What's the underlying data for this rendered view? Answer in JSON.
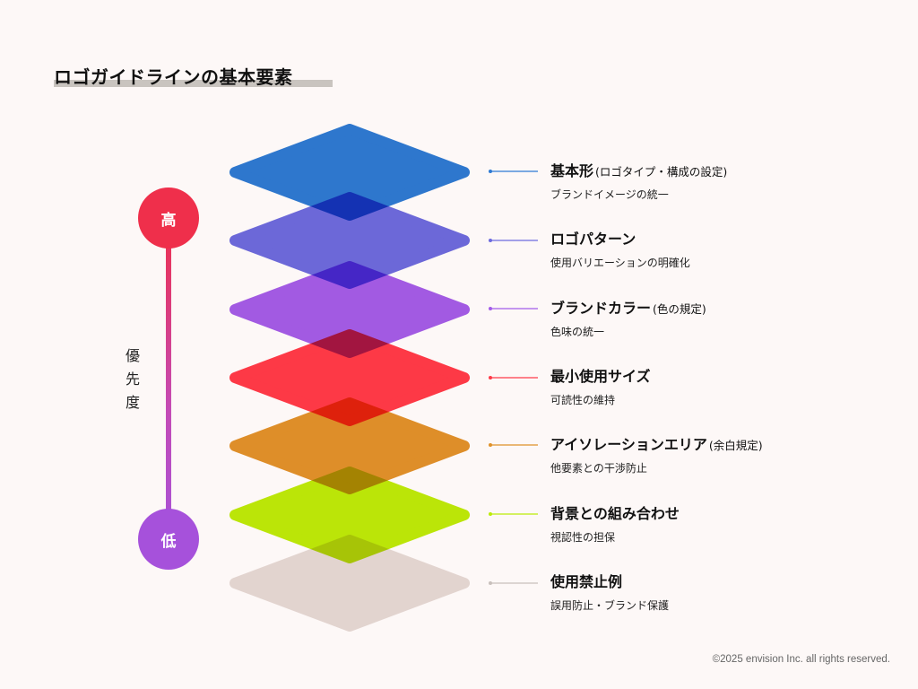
{
  "page": {
    "title": "ロゴガイドラインの基本要素",
    "copyright": "©2025 envision Inc. all rights reserved.",
    "background": "#fdf8f7"
  },
  "scale": {
    "high_label": "高",
    "low_label": "低",
    "axis_label": [
      "優",
      "先",
      "度"
    ],
    "high_color": "#ef2f4b",
    "low_color": "#a651db"
  },
  "layers": [
    {
      "title": "基本形",
      "note": "(ロゴタイプ・構成の設定)",
      "subtitle": "ブランドイメージの統一",
      "color": "#2e7ad4"
    },
    {
      "title": "ロゴパターン",
      "note": "",
      "subtitle": "使用バリエーションの明確化",
      "color": "#6d6bdf"
    },
    {
      "title": "ブランドカラー",
      "note": "(色の規定)",
      "subtitle": "色味の統一",
      "color": "#a35cea"
    },
    {
      "title": "最小使用サイズ",
      "note": "",
      "subtitle": "可読性の維持",
      "color": "#ff3a48"
    },
    {
      "title": "アイソレーションエリア",
      "note": "(余白規定)",
      "subtitle": "他要素との干渉防止",
      "color": "#e0922a"
    },
    {
      "title": "背景との組み合わせ",
      "note": "",
      "subtitle": "視認性の担保",
      "color": "#bdec08"
    },
    {
      "title": "使用禁止例",
      "note": "",
      "subtitle": "誤用防止・ブランド保護",
      "color": "#e4dad6"
    }
  ]
}
